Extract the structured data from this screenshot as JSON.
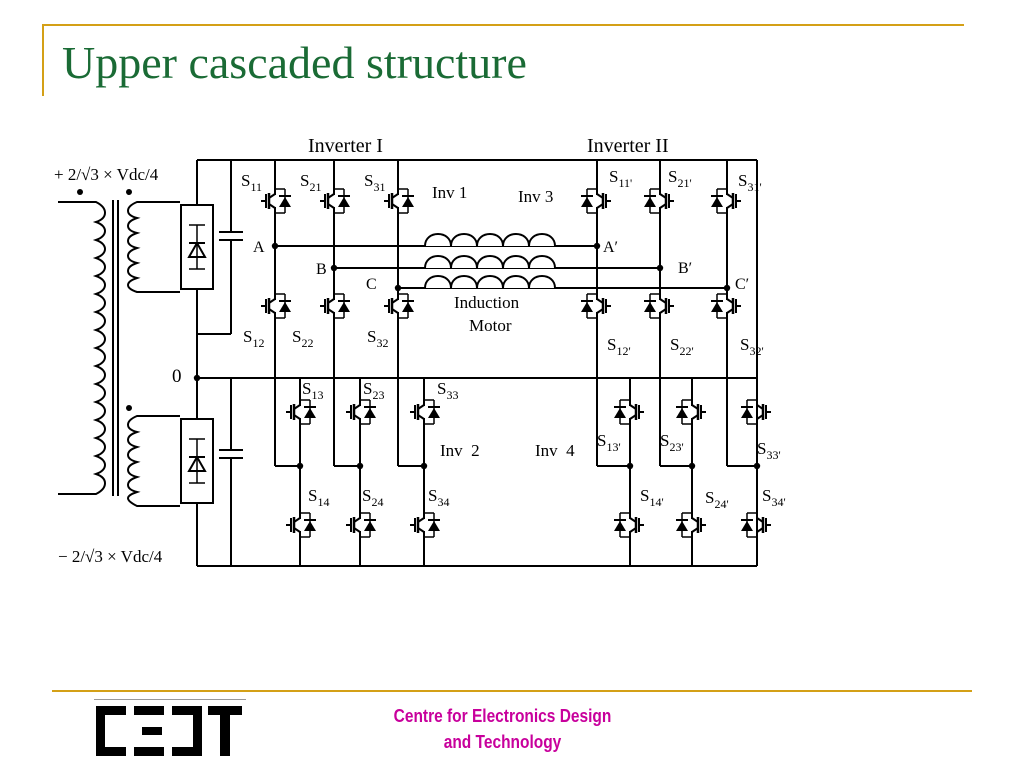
{
  "slide": {
    "title": "Upper cascaded structure"
  },
  "diagram": {
    "inverter_1_label": "Inverter I",
    "inverter_2_label": "Inverter II",
    "supply_plus": "+ 2/√3 × Vdc/4",
    "supply_minus": "− 2/√3 × Vdc/4",
    "neutral_label": "0",
    "motor_label_line1": "Induction",
    "motor_label_line2": "Motor",
    "phase_a": "A",
    "phase_b": "B",
    "phase_c": "C",
    "phase_a_prime": "A′",
    "phase_b_prime": "B′",
    "phase_c_prime": "C′",
    "inv1": "Inv 1",
    "inv2": "Inv  2",
    "inv3": "Inv 3",
    "inv4": "Inv  4",
    "switches": {
      "s11": "11",
      "s21": "21",
      "s31": "31",
      "s12": "12",
      "s22": "22",
      "s32": "32",
      "s13": "13",
      "s23": "23",
      "s33": "33",
      "s14": "14",
      "s24": "24",
      "s34": "34",
      "s11p": "11'",
      "s21p": "21'",
      "s31p": "31'",
      "s12p": "12'",
      "s22p": "22'",
      "s32p": "32'",
      "s13p": "13'",
      "s23p": "23'",
      "s33p": "33'",
      "s14p": "14'",
      "s24p": "24'",
      "s34p": "34'"
    }
  },
  "footer": {
    "logo_text": "CEDT",
    "org_line1": "Centre for Electronics Design",
    "org_line2": "and Technology"
  },
  "colors": {
    "title": "#1a6b35",
    "rule": "#d4a017",
    "footer_text": "#c8009c"
  }
}
